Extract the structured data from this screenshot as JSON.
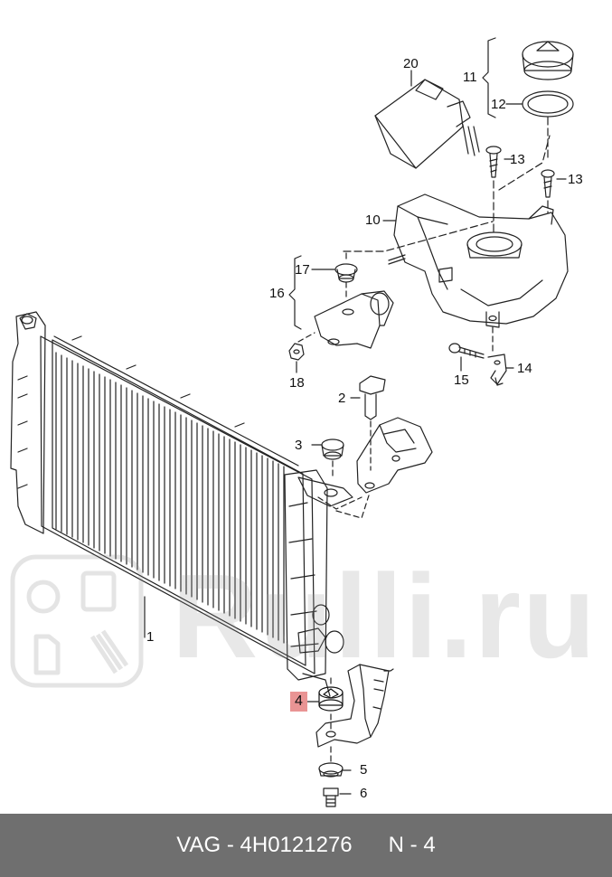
{
  "callouts": {
    "c1": "1",
    "c2": "2",
    "c3": "3",
    "c4": "4",
    "c5": "5",
    "c6": "6",
    "c10": "10",
    "c11": "11",
    "c12": "12",
    "c13a": "13",
    "c13b": "13",
    "c14": "14",
    "c15": "15",
    "c16": "16",
    "c17": "17",
    "c18": "18",
    "c20": "20"
  },
  "highlighted_part": "4",
  "watermark": {
    "text": "Rulli.ru",
    "color": "#9a9a9a"
  },
  "footer": {
    "brand": "VAG",
    "part_number": "4H0121276",
    "position": "N - 4",
    "background": "#6f6f6f"
  },
  "colors": {
    "line": "#222222",
    "highlight": "#e99494"
  }
}
